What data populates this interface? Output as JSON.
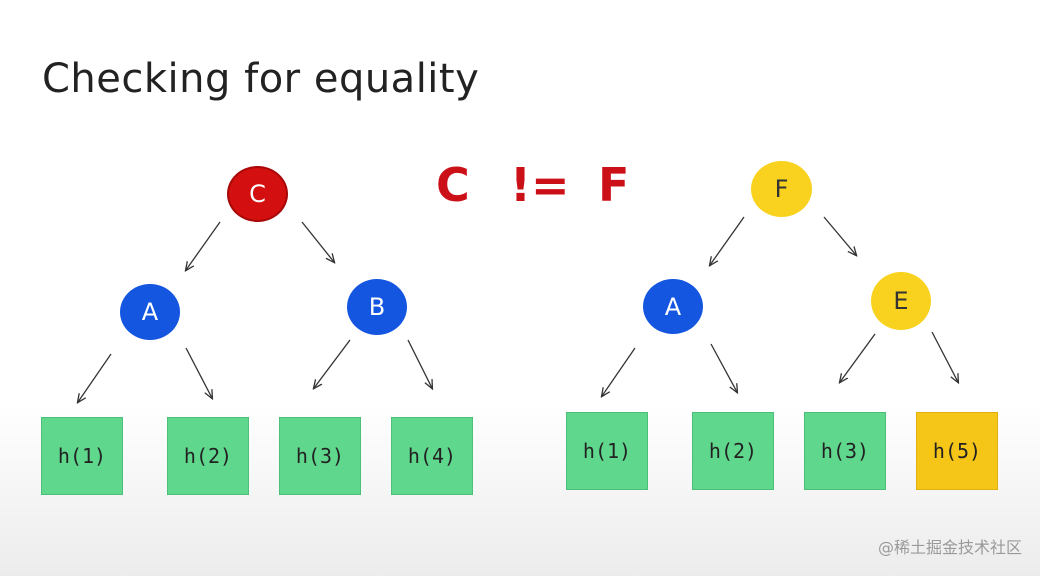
{
  "title": "Checking for equality",
  "comparison": {
    "left": "C",
    "operator": "!=",
    "right": "F"
  },
  "colors": {
    "red": "#d40f0f",
    "blue": "#1556e0",
    "yellow": "#f8d21e",
    "green": "#5fd88e",
    "gold": "#f5c518",
    "comparison": "#cc1018"
  },
  "left_tree": {
    "root": "C",
    "children": [
      "A",
      "B"
    ],
    "leaves": [
      "h(1)",
      "h(2)",
      "h(3)",
      "h(4)"
    ]
  },
  "right_tree": {
    "root": "F",
    "children": [
      "A",
      "E"
    ],
    "leaves": [
      "h(1)",
      "h(2)",
      "h(3)",
      "h(5)"
    ]
  },
  "watermark": "@稀土掘金技术社区"
}
